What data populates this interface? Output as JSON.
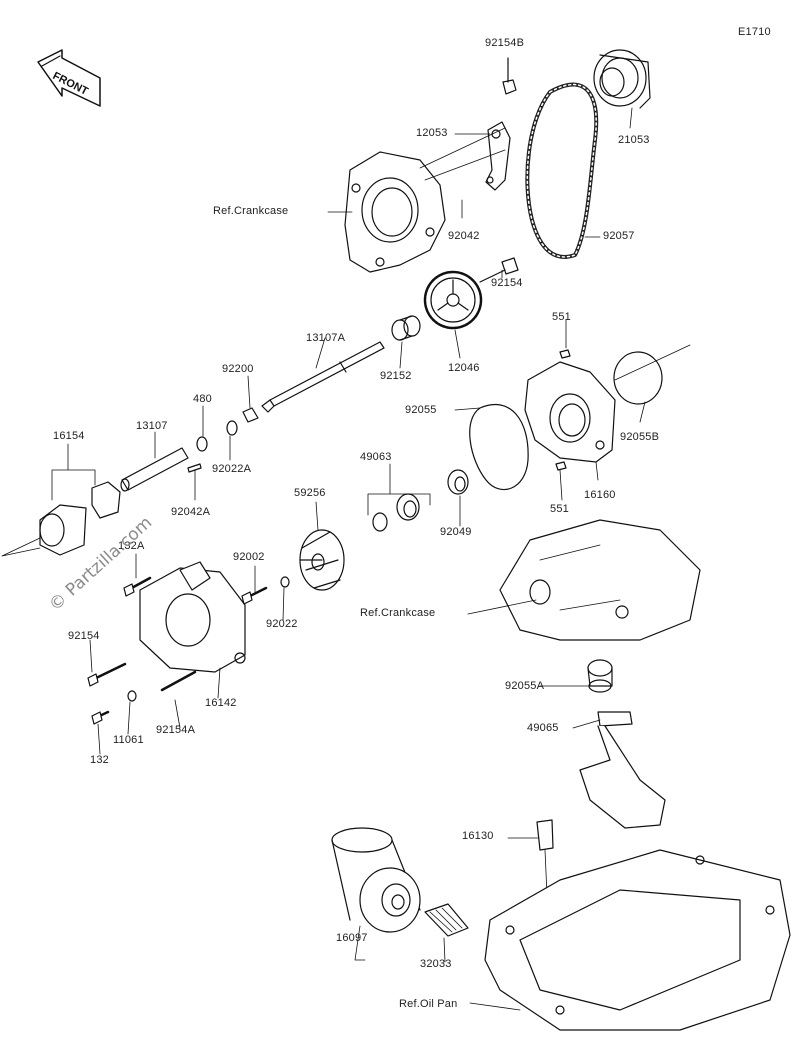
{
  "diagram_code": "E1710",
  "front_label": "FRONT",
  "watermark": "© Partzilla.com",
  "parts": {
    "p92154B": "92154B",
    "p12053": "12053",
    "p21053": "21053",
    "ref_crankcase_1": "Ref.Crankcase",
    "p92042": "92042",
    "p92057": "92057",
    "p92154": "92154",
    "p13107A": "13107A",
    "p551_top": "551",
    "p92200": "92200",
    "p92152": "92152",
    "p12046": "12046",
    "p480": "480",
    "p16154": "16154",
    "p13107": "13107",
    "p92055": "92055",
    "p92055B": "92055B",
    "p92022A": "92022A",
    "p49063": "49063",
    "p92042A": "92042A",
    "p16160": "16160",
    "p59256": "59256",
    "p551_bottom": "551",
    "p92049": "92049",
    "p132A": "132A",
    "p92002": "92002",
    "ref_crankcase_2": "Ref.Crankcase",
    "p92154_left": "92154",
    "p92022": "92022",
    "p92055A": "92055A",
    "p16142": "16142",
    "p11061": "11061",
    "p92154A": "92154A",
    "p49065": "49065",
    "p132": "132",
    "p16130": "16130",
    "p16097": "16097",
    "p32033": "32033",
    "ref_oil_pan": "Ref.Oil Pan"
  }
}
